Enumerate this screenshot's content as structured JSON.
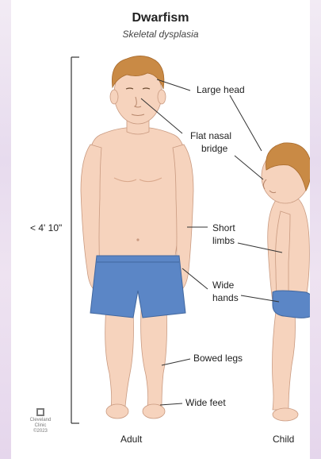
{
  "title": "Dwarfism",
  "subtitle": "Skeletal dysplasia",
  "height_label": "< 4' 10\"",
  "labels": {
    "large_head": "Large head",
    "flat_nasal_1": "Flat nasal",
    "flat_nasal_2": "bridge",
    "short_limbs_1": "Short",
    "short_limbs_2": "limbs",
    "wide_hands_1": "Wide",
    "wide_hands_2": "hands",
    "bowed_legs": "Bowed legs",
    "wide_feet": "Wide feet"
  },
  "captions": {
    "adult": "Adult",
    "child": "Child"
  },
  "logo": {
    "line1": "Cleveland",
    "line2": "Clinic",
    "line3": "©2023"
  },
  "colors": {
    "skin": "#f6d3bd",
    "skin_shadow": "#e9b89c",
    "hair": "#c98a45",
    "hair_dark": "#a86a2c",
    "shorts": "#5b86c6",
    "shorts_dark": "#41679f",
    "line": "#333333"
  }
}
